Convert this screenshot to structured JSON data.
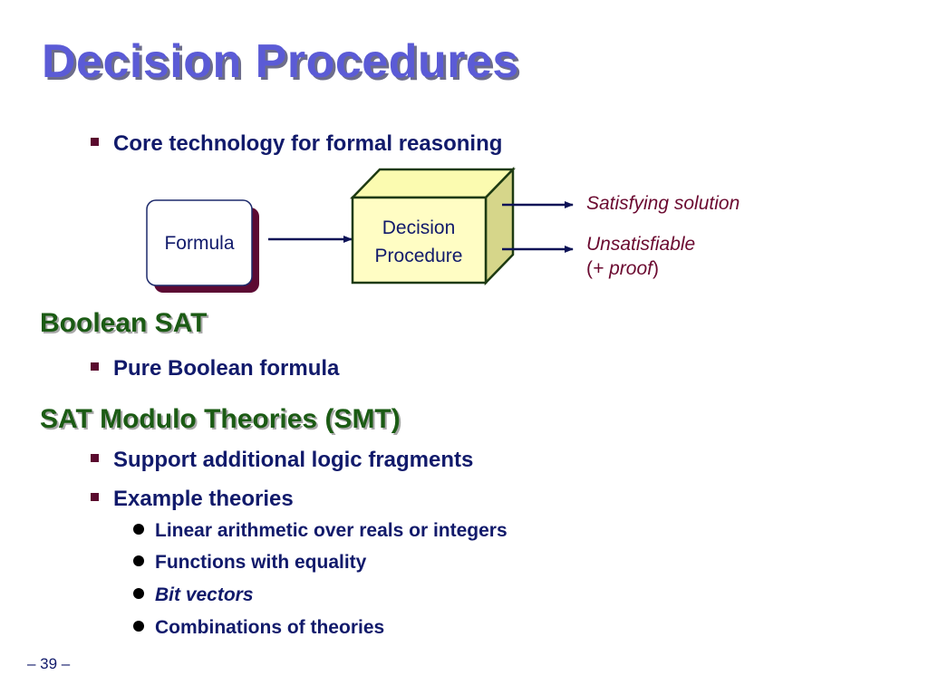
{
  "slide": {
    "title": "Decision Procedures",
    "intro_bullet": "Core technology for formal reasoning",
    "page_number": "– 39 –"
  },
  "diagram": {
    "input_box_label": "Formula",
    "cube_label_line1": "Decision",
    "cube_label_line2": "Procedure",
    "output_satisfying": "Satisfying solution",
    "output_unsat_line1": "Unsatisfiable",
    "output_unsat_line2_open": "(",
    "output_unsat_line2_italic": "+ proof",
    "output_unsat_line2_close": ")",
    "colors": {
      "cube_face": "#fffdc4",
      "cube_top": "#fbfbb0",
      "cube_side": "#d6d68a",
      "cube_border": "#1d3a12",
      "box_shadow": "#5c0a33",
      "arrow": "#0d1357"
    }
  },
  "sections": {
    "boolean_sat": {
      "heading": "Boolean SAT",
      "bullets": [
        "Pure Boolean formula"
      ]
    },
    "smt": {
      "heading": "SAT Modulo Theories (SMT)",
      "bullets": [
        "Support additional logic fragments",
        "Example theories"
      ],
      "sub_bullets": [
        "Linear arithmetic over reals or integers",
        "Functions with equality",
        "Bit vectors",
        "Combinations of theories"
      ]
    }
  }
}
